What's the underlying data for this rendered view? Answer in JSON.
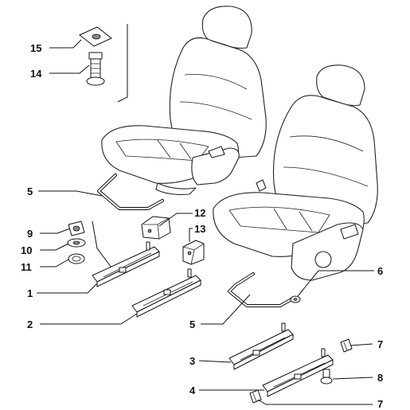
{
  "callouts": {
    "c1": "1",
    "c2": "2",
    "c3": "3",
    "c4": "4",
    "c5a": "5",
    "c5b": "5",
    "c6": "6",
    "c7a": "7",
    "c7b": "7",
    "c8": "8",
    "c9": "9",
    "c10": "10",
    "c11": "11",
    "c12": "12",
    "c13": "13",
    "c14": "14",
    "c15": "15"
  }
}
